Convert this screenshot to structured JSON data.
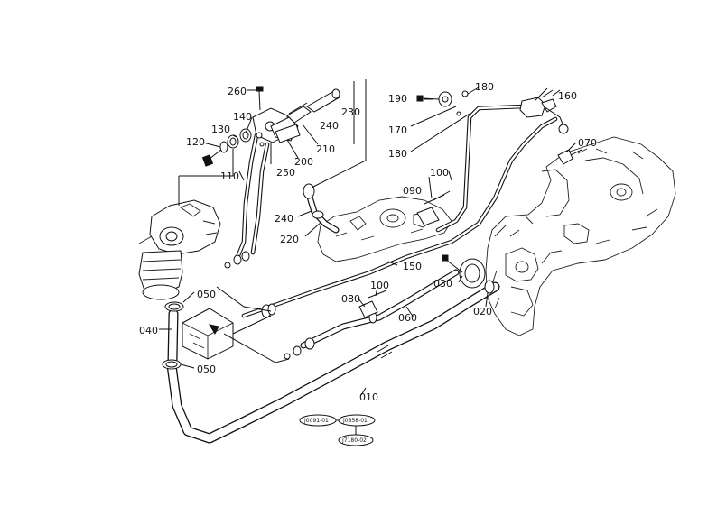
{
  "parts": {
    "p010": "010",
    "p020": "020",
    "p030": "030",
    "p040": "040",
    "p050a": "050",
    "p050b": "050",
    "p060": "060",
    "p070": "070",
    "p080": "080",
    "p090": "090",
    "p100a": "100",
    "p100b": "100",
    "p110": "110",
    "p120": "120",
    "p130": "130",
    "p140": "140",
    "p150": "150",
    "p160": "160",
    "p170": "170",
    "p180a": "180",
    "p180b": "180",
    "p190": "190",
    "p200": "200",
    "p210": "210",
    "p220": "220",
    "p230": "230",
    "p240a": "240",
    "p240b": "240",
    "p250": "250",
    "p260": "260"
  },
  "references": {
    "ref1": "J0091-01",
    "ref2": "J0858-01",
    "ref3": "J7180-02"
  }
}
